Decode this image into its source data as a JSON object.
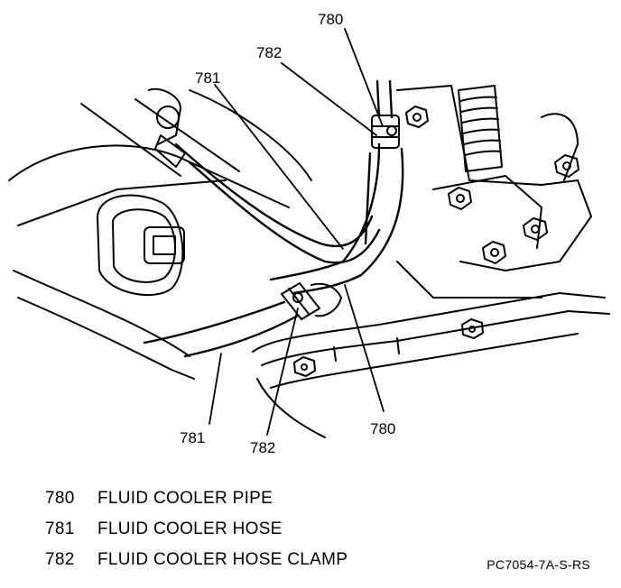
{
  "callouts": {
    "top_780": "780",
    "top_782": "782",
    "top_781": "781",
    "bottom_781": "781",
    "bottom_782": "782",
    "bottom_780": "780"
  },
  "legend": [
    {
      "number": "780",
      "label": "FLUID COOLER PIPE"
    },
    {
      "number": "781",
      "label": "FLUID COOLER HOSE"
    },
    {
      "number": "782",
      "label": "FLUID COOLER HOSE CLAMP"
    }
  ],
  "figure_code": "PC7054-7A-S-RS"
}
